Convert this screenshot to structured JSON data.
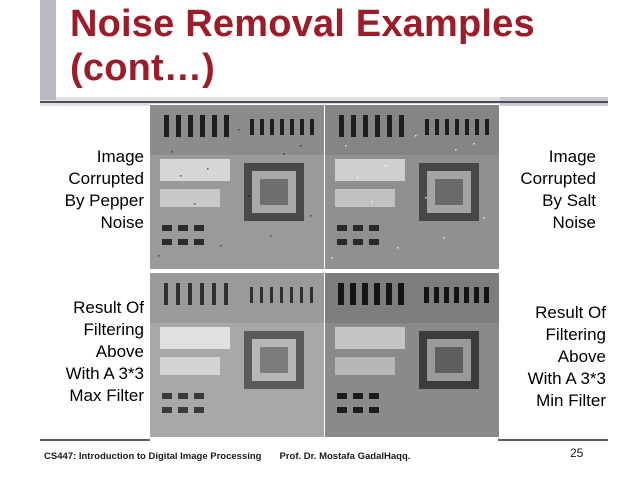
{
  "slide": {
    "title_line1": "Noise Removal Examples",
    "title_line2": "(cont…)",
    "labels": {
      "top_left": [
        "Image",
        "Corrupted",
        "By Pepper",
        "Noise"
      ],
      "top_right": [
        "Image",
        "Corrupted",
        "By Salt",
        "Noise"
      ],
      "bottom_left": [
        "Result Of",
        "Filtering",
        "Above",
        "With A 3*3",
        "Max Filter"
      ],
      "bottom_right": [
        "Result Of",
        "Filtering",
        "Above",
        "With A 3*3",
        "Min Filter"
      ]
    },
    "footer": {
      "course": "CS447: Introduction to Digital Image Processing",
      "author": "Prof. Dr. Mostafa GadalHaqq."
    },
    "page_number": "25"
  },
  "colors": {
    "title": "#9c1d2a",
    "accent_bar": "#b9b9c4",
    "rule": "#4b4b5a"
  }
}
